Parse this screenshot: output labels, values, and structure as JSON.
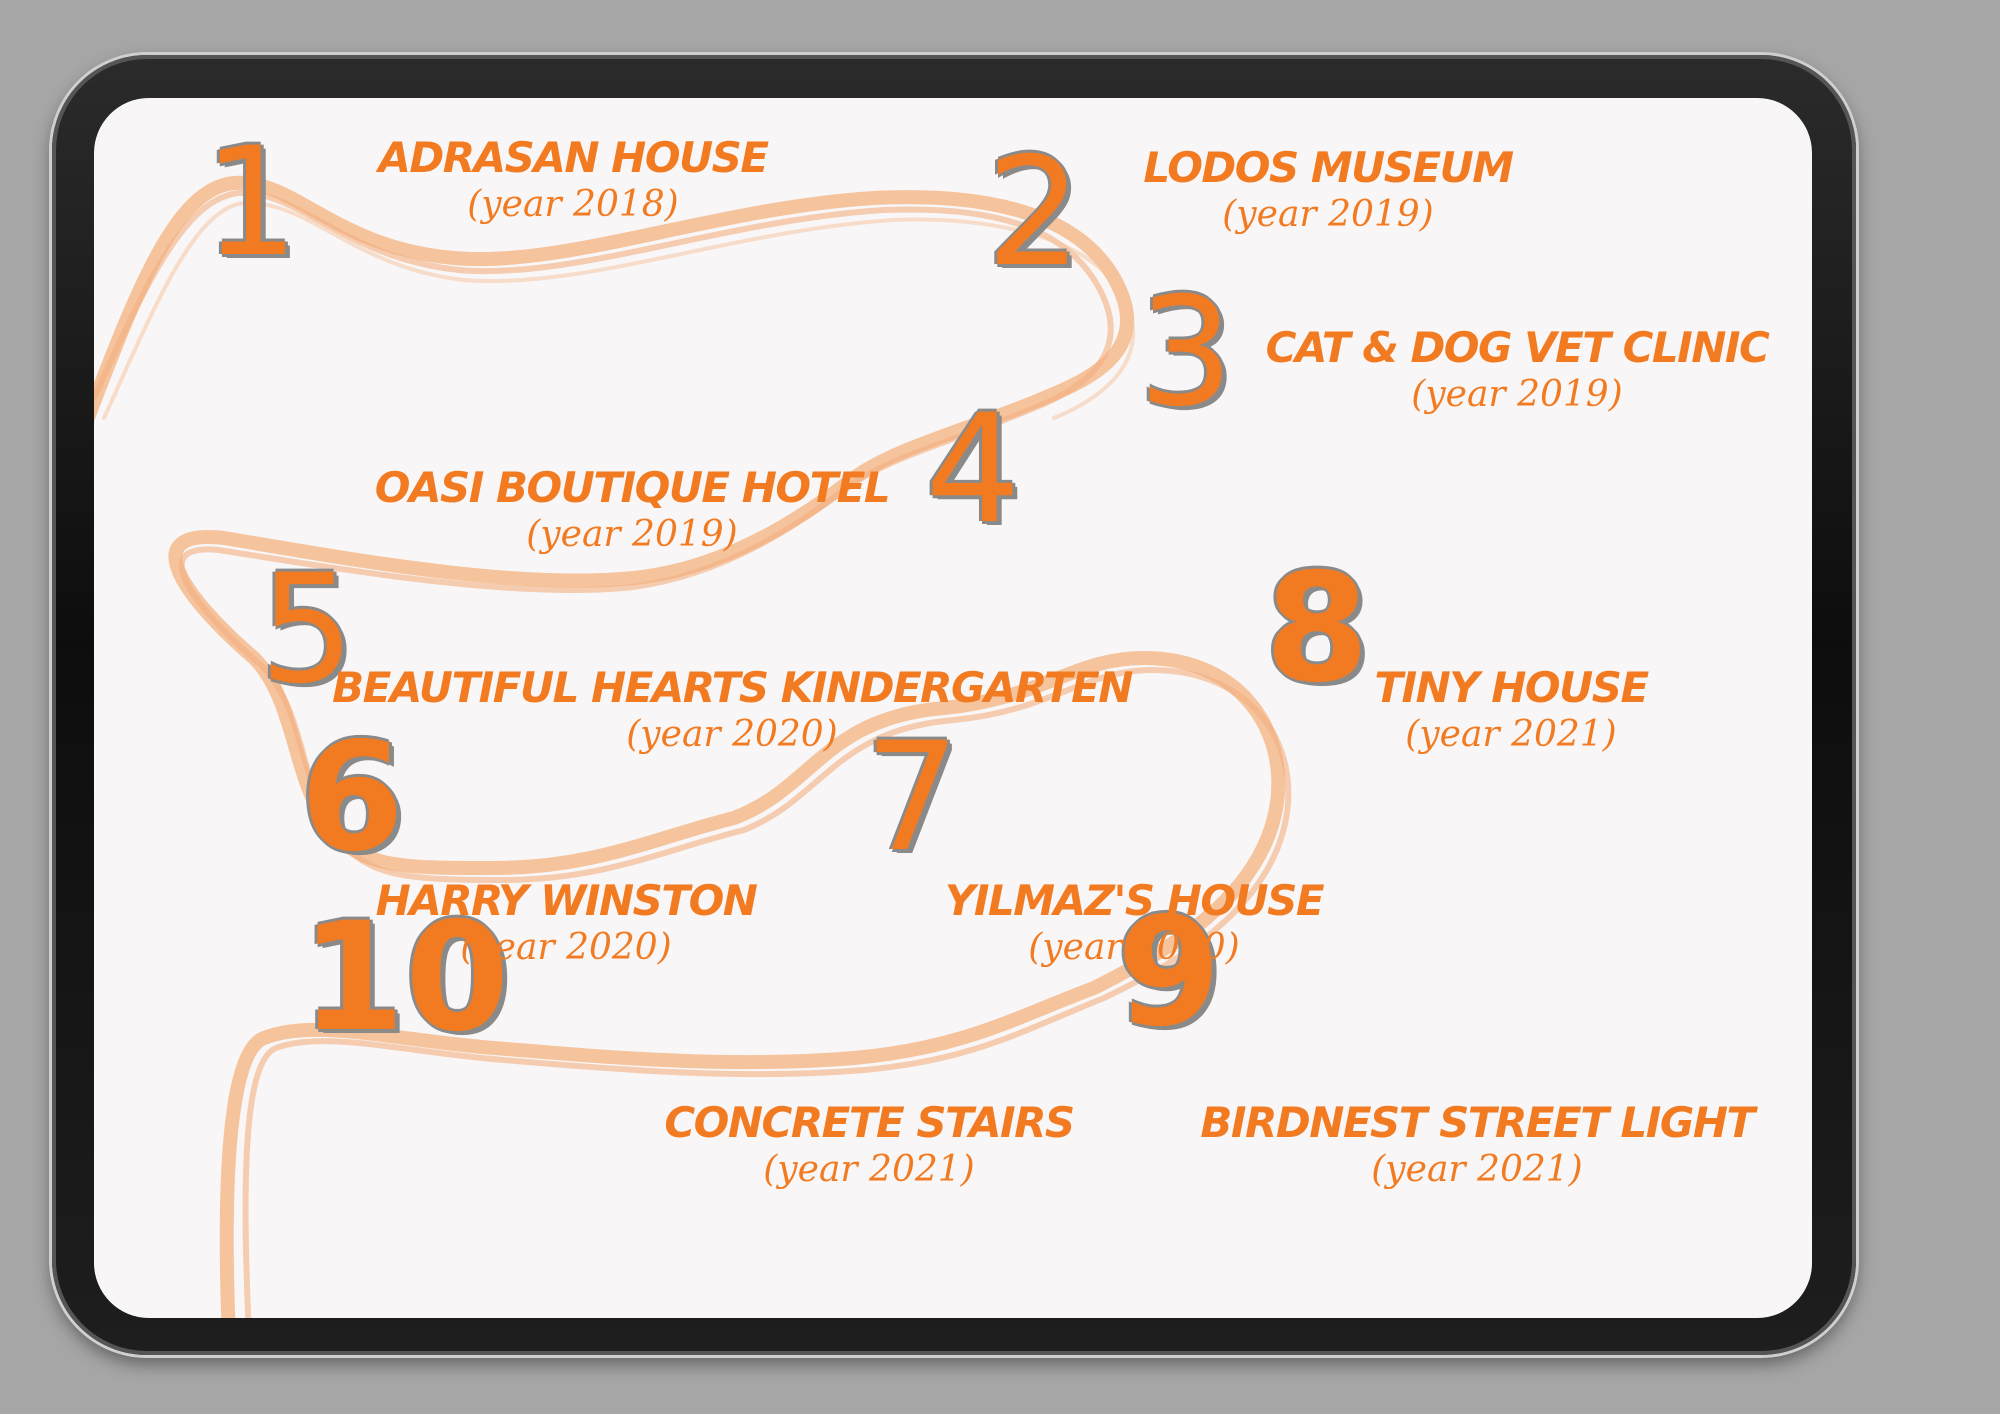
{
  "colors": {
    "accent": "#f27b22",
    "route": "#f5b27e",
    "outline": "#8a8a8a",
    "screen": "#f8f6f7",
    "background": "#a6a6a6"
  },
  "projects": [
    {
      "number": "1",
      "name": "ADRASAN HOUSE",
      "year": "(year 2018)"
    },
    {
      "number": "2",
      "name": "LODOS MUSEUM",
      "year": "(year 2019)"
    },
    {
      "number": "3",
      "name": "CAT & DOG VET CLINIC",
      "year": "(year 2019)"
    },
    {
      "number": "4",
      "name": "OASI BOUTIQUE HOTEL",
      "year": "(year 2019)"
    },
    {
      "number": "5",
      "name": "BEAUTIFUL HEARTS KINDERGARTEN",
      "year": "(year 2020)"
    },
    {
      "number": "6",
      "name": "HARRY WINSTON",
      "year": "(year 2020)"
    },
    {
      "number": "7",
      "name": "YILMAZ'S HOUSE",
      "year": "(year 2020)"
    },
    {
      "number": "8",
      "name": "TINY HOUSE",
      "year": "(year 2021)"
    },
    {
      "number": "9",
      "name": "BIRDNEST STREET LIGHT",
      "year": "(year 2021)"
    },
    {
      "number": "10",
      "name": "CONCRETE STAIRS",
      "year": "(year 2021)"
    }
  ]
}
